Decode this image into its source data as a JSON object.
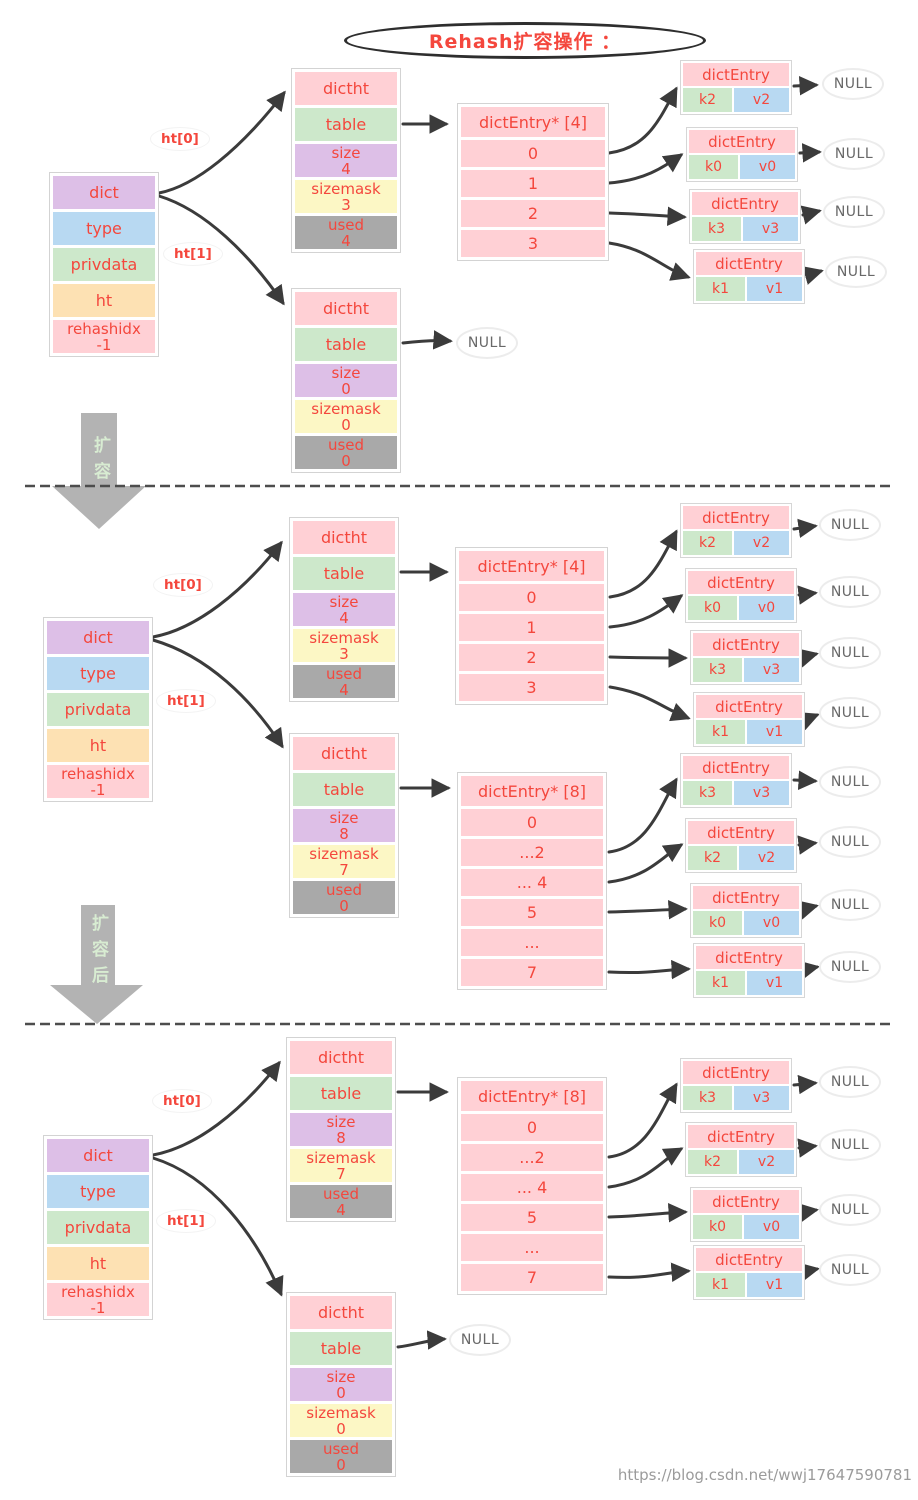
{
  "title": "Rehash扩容操作 ：",
  "watermark": "https://blog.csdn.net/wwj17647590781",
  "palette": {
    "red_text": "#f4473d",
    "pink": "#ffd0d5",
    "green": "#cde8cb",
    "purple": "#ddbfe7",
    "blue": "#b8d9f2",
    "yellow": "#fcf7c5",
    "orange": "#fde1b3",
    "gray": "#a9a9a9",
    "arrow": "#3b3b3b",
    "null_text": "#686868",
    "banner_fill": "#b3b3b3",
    "banner_text": "#d8ecd2",
    "watermark_text": "#9b9b9b"
  },
  "banners": [
    {
      "label": "扩容"
    },
    {
      "label": "扩容后"
    }
  ],
  "sections": [
    {
      "dict": {
        "rows": [
          {
            "label": "dict",
            "color": "purple"
          },
          {
            "label": "type",
            "color": "blue"
          },
          {
            "label": "privdata",
            "color": "green"
          },
          {
            "label": "ht",
            "color": "orange"
          },
          {
            "label": "rehashidx",
            "value": "-1",
            "color": "pink"
          }
        ]
      },
      "pointer_labels": [
        {
          "label": "ht[0]"
        },
        {
          "label": "ht[1]"
        }
      ],
      "dicthts": [
        {
          "rows": [
            {
              "label": "dictht",
              "color": "pink"
            },
            {
              "label": "table",
              "color": "green"
            },
            {
              "label": "size",
              "value": "4",
              "color": "purple"
            },
            {
              "label": "sizemask",
              "value": "3",
              "color": "yellow"
            },
            {
              "label": "used",
              "value": "4",
              "color": "gray"
            }
          ]
        },
        {
          "rows": [
            {
              "label": "dictht",
              "color": "pink"
            },
            {
              "label": "table",
              "color": "green"
            },
            {
              "label": "size",
              "value": "0",
              "color": "purple"
            },
            {
              "label": "sizemask",
              "value": "0",
              "color": "yellow"
            },
            {
              "label": "used",
              "value": "0",
              "color": "gray"
            }
          ]
        }
      ],
      "tables": [
        {
          "header": "dictEntry* [4]",
          "rows": [
            {
              "label": "0"
            },
            {
              "label": "1"
            },
            {
              "label": "2"
            },
            {
              "label": "3"
            }
          ]
        }
      ],
      "entries": [
        {
          "title": "dictEntry",
          "k": "k2",
          "v": "v2"
        },
        {
          "title": "dictEntry",
          "k": "k0",
          "v": "v0"
        },
        {
          "title": "dictEntry",
          "k": "k3",
          "v": "v3"
        },
        {
          "title": "dictEntry",
          "k": "k1",
          "v": "v1"
        }
      ],
      "null_nodes": [
        {
          "label": "NULL"
        },
        {
          "label": "NULL"
        },
        {
          "label": "NULL"
        },
        {
          "label": "NULL"
        },
        {
          "label": "NULL"
        }
      ]
    },
    {
      "dict": {
        "rows": [
          {
            "label": "dict",
            "color": "purple"
          },
          {
            "label": "type",
            "color": "blue"
          },
          {
            "label": "privdata",
            "color": "green"
          },
          {
            "label": "ht",
            "color": "orange"
          },
          {
            "label": "rehashidx",
            "value": "-1",
            "color": "pink"
          }
        ]
      },
      "pointer_labels": [
        {
          "label": "ht[0]"
        },
        {
          "label": "ht[1]"
        }
      ],
      "dicthts": [
        {
          "rows": [
            {
              "label": "dictht",
              "color": "pink"
            },
            {
              "label": "table",
              "color": "green"
            },
            {
              "label": "size",
              "value": "4",
              "color": "purple"
            },
            {
              "label": "sizemask",
              "value": "3",
              "color": "yellow"
            },
            {
              "label": "used",
              "value": "4",
              "color": "gray"
            }
          ]
        },
        {
          "rows": [
            {
              "label": "dictht",
              "color": "pink"
            },
            {
              "label": "table",
              "color": "green"
            },
            {
              "label": "size",
              "value": "8",
              "color": "purple"
            },
            {
              "label": "sizemask",
              "value": "7",
              "color": "yellow"
            },
            {
              "label": "used",
              "value": "0",
              "color": "gray"
            }
          ]
        }
      ],
      "tables": [
        {
          "header": "dictEntry* [4]",
          "rows": [
            {
              "label": "0"
            },
            {
              "label": "1"
            },
            {
              "label": "2"
            },
            {
              "label": "3"
            }
          ]
        },
        {
          "header": "dictEntry* [8]",
          "rows": [
            {
              "label": "0"
            },
            {
              "label": "...2"
            },
            {
              "label": "... 4"
            },
            {
              "label": "5"
            },
            {
              "label": "..."
            },
            {
              "label": "7"
            }
          ]
        }
      ],
      "entries": [
        {
          "title": "dictEntry",
          "k": "k2",
          "v": "v2"
        },
        {
          "title": "dictEntry",
          "k": "k0",
          "v": "v0"
        },
        {
          "title": "dictEntry",
          "k": "k3",
          "v": "v3"
        },
        {
          "title": "dictEntry",
          "k": "k1",
          "v": "v1"
        },
        {
          "title": "dictEntry",
          "k": "k3",
          "v": "v3"
        },
        {
          "title": "dictEntry",
          "k": "k2",
          "v": "v2"
        },
        {
          "title": "dictEntry",
          "k": "k0",
          "v": "v0"
        },
        {
          "title": "dictEntry",
          "k": "k1",
          "v": "v1"
        }
      ],
      "null_nodes": [
        {
          "label": "NULL"
        },
        {
          "label": "NULL"
        },
        {
          "label": "NULL"
        },
        {
          "label": "NULL"
        },
        {
          "label": "NULL"
        },
        {
          "label": "NULL"
        },
        {
          "label": "NULL"
        },
        {
          "label": "NULL"
        }
      ]
    },
    {
      "dict": {
        "rows": [
          {
            "label": "dict",
            "color": "purple"
          },
          {
            "label": "type",
            "color": "blue"
          },
          {
            "label": "privdata",
            "color": "green"
          },
          {
            "label": "ht",
            "color": "orange"
          },
          {
            "label": "rehashidx",
            "value": "-1",
            "color": "pink"
          }
        ]
      },
      "pointer_labels": [
        {
          "label": "ht[0]"
        },
        {
          "label": "ht[1]"
        }
      ],
      "dicthts": [
        {
          "rows": [
            {
              "label": "dictht",
              "color": "pink"
            },
            {
              "label": "table",
              "color": "green"
            },
            {
              "label": "size",
              "value": "8",
              "color": "purple"
            },
            {
              "label": "sizemask",
              "value": "7",
              "color": "yellow"
            },
            {
              "label": "used",
              "value": "4",
              "color": "gray"
            }
          ]
        },
        {
          "rows": [
            {
              "label": "dictht",
              "color": "pink"
            },
            {
              "label": "table",
              "color": "green"
            },
            {
              "label": "size",
              "value": "0",
              "color": "purple"
            },
            {
              "label": "sizemask",
              "value": "0",
              "color": "yellow"
            },
            {
              "label": "used",
              "value": "0",
              "color": "gray"
            }
          ]
        }
      ],
      "tables": [
        {
          "header": "dictEntry* [8]",
          "rows": [
            {
              "label": "0"
            },
            {
              "label": "...2"
            },
            {
              "label": "... 4"
            },
            {
              "label": "5"
            },
            {
              "label": "..."
            },
            {
              "label": "7"
            }
          ]
        }
      ],
      "entries": [
        {
          "title": "dictEntry",
          "k": "k3",
          "v": "v3"
        },
        {
          "title": "dictEntry",
          "k": "k2",
          "v": "v2"
        },
        {
          "title": "dictEntry",
          "k": "k0",
          "v": "v0"
        },
        {
          "title": "dictEntry",
          "k": "k1",
          "v": "v1"
        }
      ],
      "null_nodes": [
        {
          "label": "NULL"
        },
        {
          "label": "NULL"
        },
        {
          "label": "NULL"
        },
        {
          "label": "NULL"
        },
        {
          "label": "NULL"
        }
      ]
    }
  ]
}
